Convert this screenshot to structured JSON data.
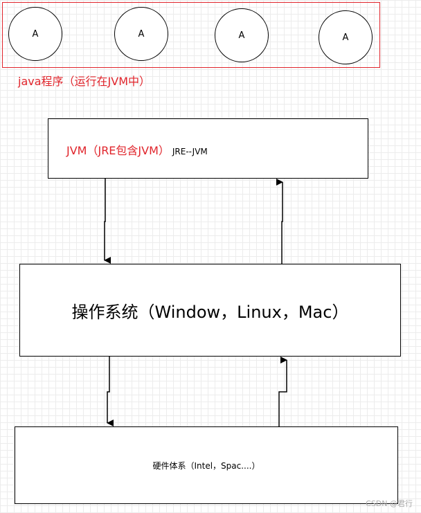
{
  "program_group": {
    "label": "java程序（运行在JVM中）",
    "circles": [
      "A",
      "A",
      "A",
      "A"
    ]
  },
  "jvm_box": {
    "title": "JVM（JRE包含JVM）",
    "subtitle": "JRE--JVM"
  },
  "os_box": {
    "label": "操作系统（Window，Linux，Mac）"
  },
  "hardware_box": {
    "label": "硬件体系（Intel，Spac....）"
  },
  "watermark": "CSDN @君行",
  "colors": {
    "accent_red": "#e0242b",
    "stroke": "#000000",
    "grid": "#ececec"
  }
}
